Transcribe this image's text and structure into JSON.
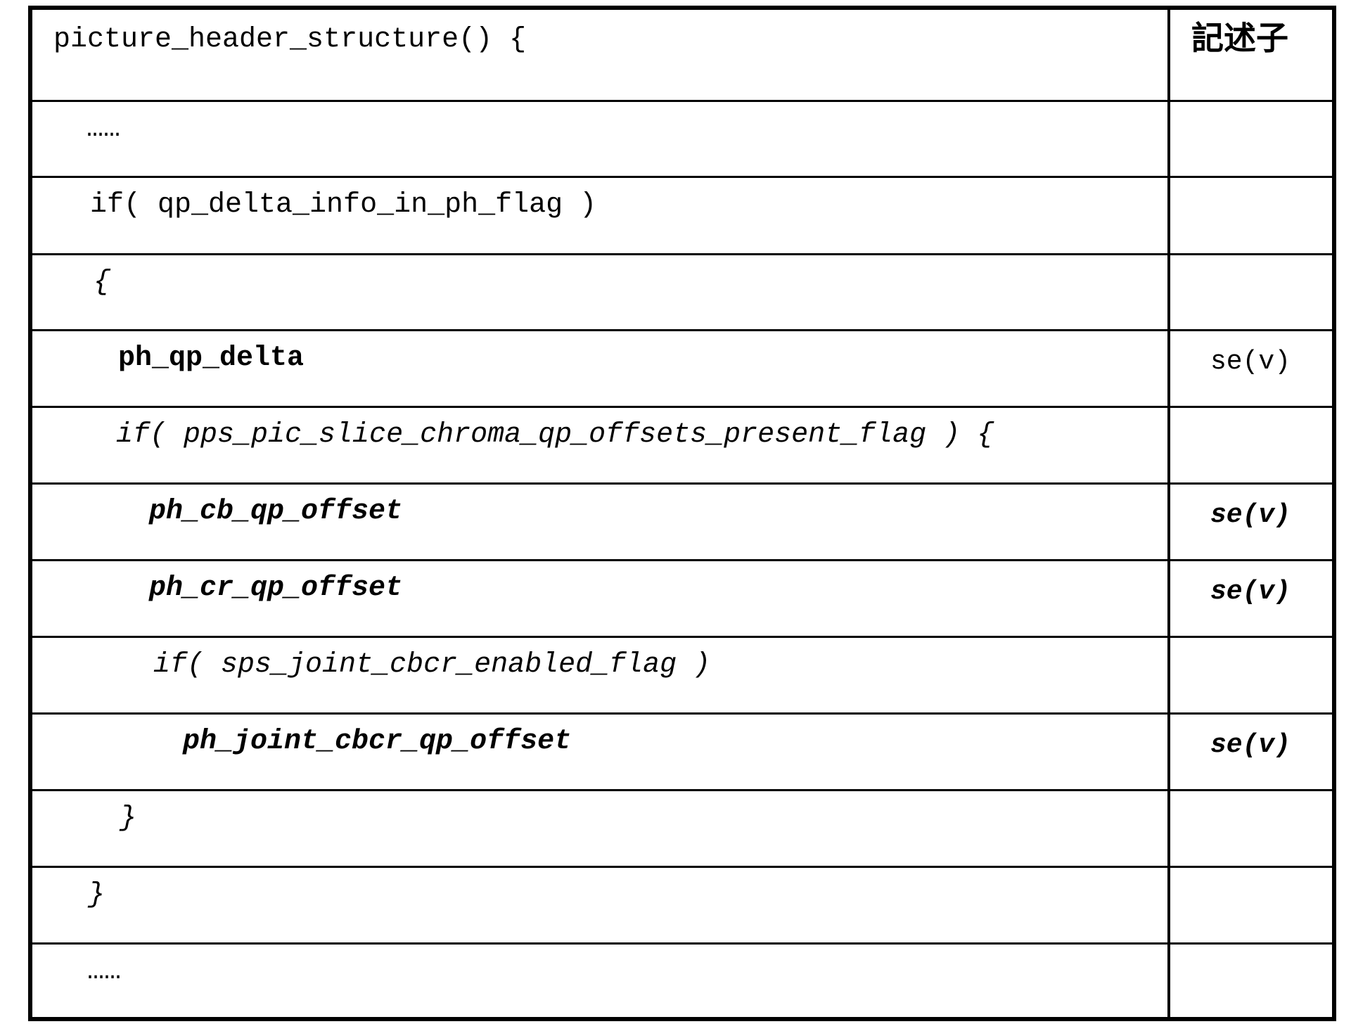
{
  "figure": {
    "kind": "syntax-table",
    "colors": {
      "background": "#ffffff",
      "border": "#000000",
      "text": "#000000"
    }
  },
  "table": {
    "header": {
      "syntax": "picture_header_structure() {",
      "descriptor_label": "記述子"
    },
    "rows": [
      {
        "syntax": "……",
        "descriptor": ""
      },
      {
        "syntax": "if( qp_delta_info_in_ph_flag )",
        "descriptor": ""
      },
      {
        "syntax": "{",
        "descriptor": ""
      },
      {
        "syntax": "ph_qp_delta",
        "descriptor": "se(v)"
      },
      {
        "syntax": "if( pps_pic_slice_chroma_qp_offsets_present_flag ) {",
        "descriptor": ""
      },
      {
        "syntax": "ph_cb_qp_offset",
        "descriptor": "se(v)"
      },
      {
        "syntax": "ph_cr_qp_offset",
        "descriptor": "se(v)"
      },
      {
        "syntax": "if( sps_joint_cbcr_enabled_flag )",
        "descriptor": ""
      },
      {
        "syntax": "ph_joint_cbcr_qp_offset",
        "descriptor": "se(v)"
      },
      {
        "syntax": "}",
        "descriptor": ""
      },
      {
        "syntax": "}",
        "descriptor": ""
      },
      {
        "syntax": "……",
        "descriptor": ""
      }
    ]
  }
}
